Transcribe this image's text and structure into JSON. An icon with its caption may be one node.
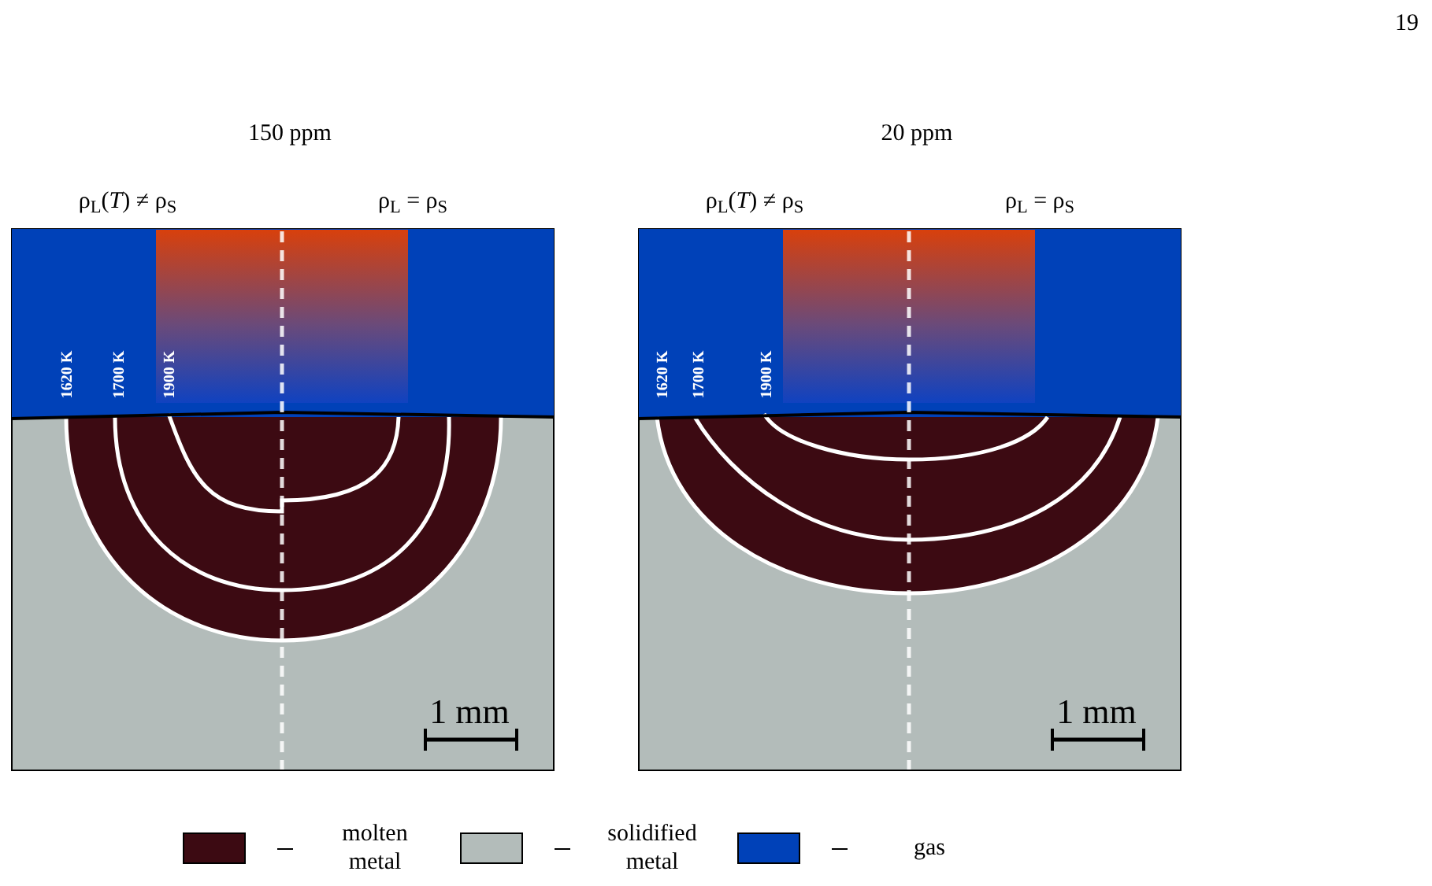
{
  "diagram": {
    "labels": [
      "19",
      "150 ppm",
      "20 ppm",
      "ρ$_{L}$(*T*) ≠ ρ$_{S}$",
      "ρ$_{L}$ = ρ$_{S}$",
      "ρ$_{L}$(*T*) ≠ ρ$_{S}$",
      "ρ$_{L}$ = ρ$_{S}$",
      "1620 K",
      "1700 K",
      "1900 K",
      "1 mm",
      "1620 K",
      "1700 K",
      "1900 K",
      "1 mm"
    ],
    "legend": [
      {
        "text": "molten metal",
        "color": "#3c0a12"
      },
      {
        "text": "solidified metal",
        "color": "#b3bcba"
      },
      {
        "text": "gas",
        "color": "#0041b8"
      }
    ]
  }
}
